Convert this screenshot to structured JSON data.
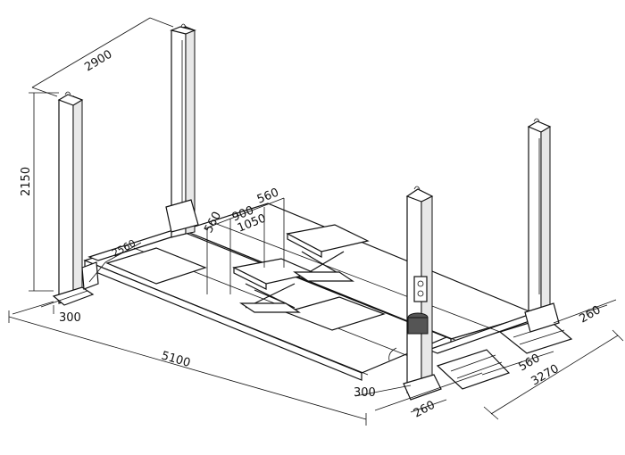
{
  "dimensions": {
    "d2900": "2900",
    "d2150": "2150",
    "d300_left": "300",
    "d5100": "5100",
    "d2560": "2560",
    "d560_top": "560",
    "d900": "900",
    "d560_mid": "560",
    "d1050": "1050",
    "d260_right": "260",
    "d560_right": "560",
    "d3270": "3270",
    "d300_bottom": "300",
    "d260_bottom": "260"
  },
  "colors": {
    "line": "#111111",
    "background": "#ffffff",
    "motor": "#555555"
  }
}
